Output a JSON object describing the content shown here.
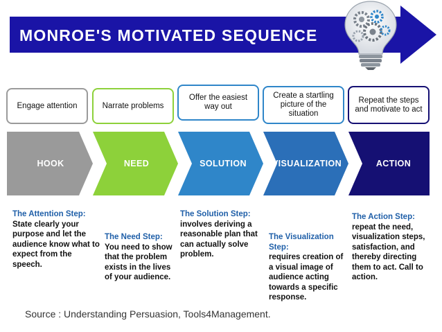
{
  "title": "MONROE'S MOTIVATED SEQUENCE",
  "colors": {
    "banner": "#1a14a6",
    "hook": "#9a9a9a",
    "need": "#8dd13a",
    "solution": "#2f86c9",
    "visualization": "#2b6fb8",
    "action": "#151073",
    "box_border_gray": "#9a9a9a",
    "box_border_green": "#8dd13a",
    "box_border_blue": "#2f86c9",
    "box_border_navy": "#151073",
    "heading_text": "#1f5fa8"
  },
  "icon": "lightbulb-gears-icon",
  "steps": [
    {
      "label": "HOOK",
      "box": "Engage attention",
      "heading": "The Attention Step:",
      "text": "State clearly your purpose and let the audience know what to expect from the speech."
    },
    {
      "label": "NEED",
      "box": "Narrate problems",
      "heading": "The Need Step:",
      "text": "You need to show that the problem exists in the lives of your audience."
    },
    {
      "label": "SOLUTION",
      "box": "Offer the easiest way out",
      "heading": "The Solution Step:",
      "text": "involves deriving a reasonable plan that can actually solve problem."
    },
    {
      "label": "VISUALIZATION",
      "box": "Create a startling picture of the situation",
      "heading": "The Visualization Step:",
      "text": "requires creation of a visual image of audience acting towards a specific response."
    },
    {
      "label": "ACTION",
      "box": "Repeat the steps and motivate to act",
      "heading": "The Action Step:",
      "text": "repeat the need, visualization steps, satisfaction, and thereby directing them to act. Call to action."
    }
  ],
  "source": "Source : Understanding Persuasion, Tools4Management."
}
